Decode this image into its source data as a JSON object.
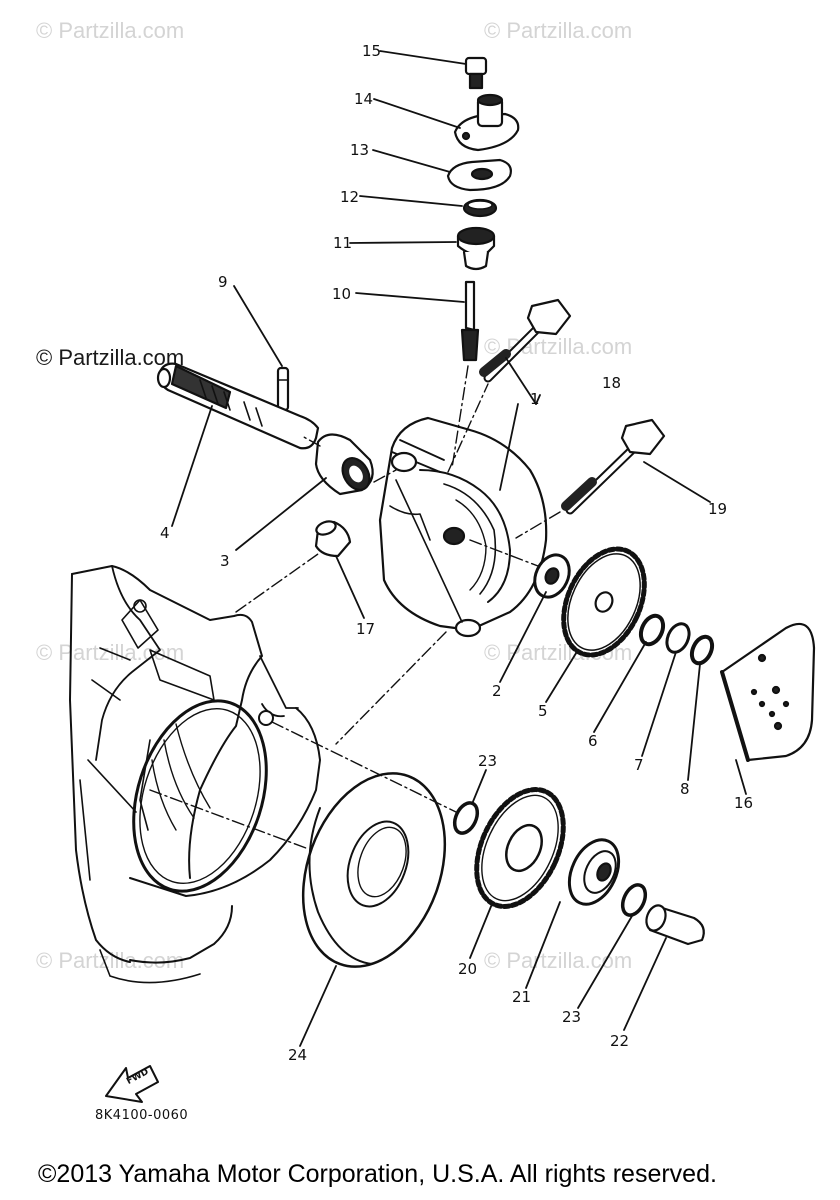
{
  "watermarks": {
    "faint": [
      "© Partzilla.com",
      "© Partzilla.com",
      "© Partzilla.com",
      "© Partzilla.com",
      "© Partzilla.com",
      "© Partzilla.com",
      "© Partzilla.com"
    ],
    "strong": "© Partzilla.com"
  },
  "callouts": {
    "p1": "1",
    "p2": "2",
    "p3": "3",
    "p4": "4",
    "p5": "5",
    "p6": "6",
    "p7": "7",
    "p8": "8",
    "p9": "9",
    "p10": "10",
    "p11": "11",
    "p12": "12",
    "p13": "13",
    "p14": "14",
    "p15": "15",
    "p16": "16",
    "p17": "17",
    "p18": "18",
    "p19": "19",
    "p20": "20",
    "p21": "21",
    "p22": "22",
    "p23a": "23",
    "p23b": "23",
    "p24": "24"
  },
  "forward_label": "FWD",
  "diagram_code": "8K4100-0060",
  "copyright": "©2013 Yamaha Motor Corporation, U.S.A. All rights reserved.",
  "colors": {
    "ink": "#111111",
    "watermark": "#d4d4d4",
    "background": "#ffffff"
  }
}
